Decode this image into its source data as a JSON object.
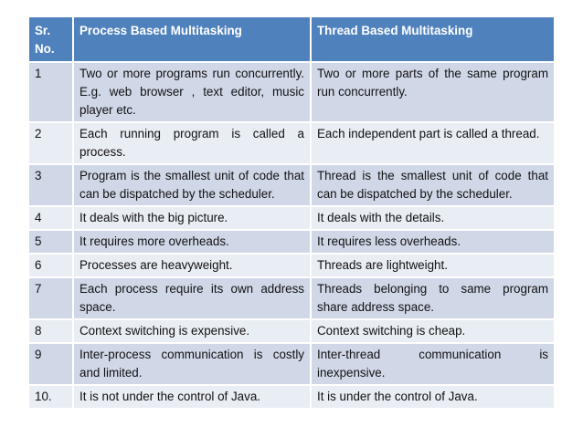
{
  "table": {
    "headers": [
      "Sr. No.",
      "Process Based Multitasking",
      "Thread Based Multitasking"
    ],
    "rows": [
      {
        "sr": "1",
        "process": "Two or more programs run concurrently. E.g. web browser , text editor, music player etc.",
        "thread": "Two or more parts of the same program run concurrently."
      },
      {
        "sr": "2",
        "process": "Each running program is called a process.",
        "thread": "Each independent part is called a thread."
      },
      {
        "sr": "3",
        "process": "Program is the smallest unit of code that can be dispatched by the scheduler.",
        "thread": "Thread is the smallest unit of code that can be dispatched by the scheduler."
      },
      {
        "sr": "4",
        "process": "It deals with the big picture.",
        "thread": "It deals with the details."
      },
      {
        "sr": "5",
        "process": "It requires more overheads.",
        "thread": "It requires less overheads."
      },
      {
        "sr": "6",
        "process": "Processes are heavyweight.",
        "thread": "Threads are lightweight."
      },
      {
        "sr": "7",
        "process": "Each process require its own address space.",
        "thread": "Threads belonging to same program share address space."
      },
      {
        "sr": "8",
        "process": "Context switching is expensive.",
        "thread": "Context switching is cheap."
      },
      {
        "sr": "9",
        "process": "Inter-process communication is costly and limited.",
        "thread": "Inter-thread communication is inexpensive."
      },
      {
        "sr": "10.",
        "process": "It is not under the control of Java.",
        "thread": "It is under the control of Java."
      }
    ]
  },
  "colors": {
    "header_bg": "#4f81bd",
    "row_odd_bg": "#d0d8e8",
    "row_even_bg": "#e9edf4"
  }
}
